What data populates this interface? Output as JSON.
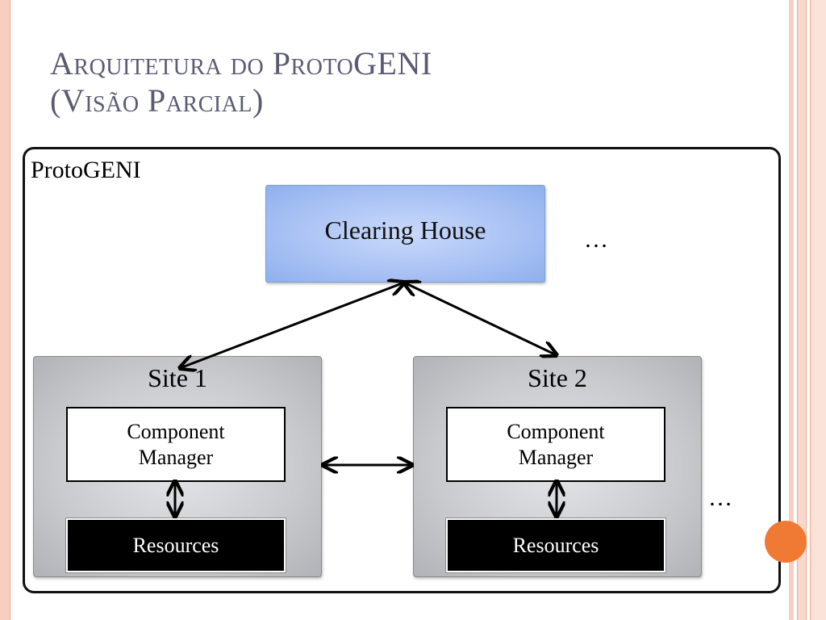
{
  "slide": {
    "title_line1": "Arquitetura do ProtoGENI",
    "title_line2": "(Visão Parcial)"
  },
  "diagram": {
    "container_label": "ProtoGENI",
    "clearing_house": "Clearing House",
    "ellipsis_top": "…",
    "ellipsis_bottom": "…",
    "sites": [
      {
        "title": "Site 1",
        "component_manager": "Component\nManager",
        "resources": "Resources"
      },
      {
        "title": "Site 2",
        "component_manager": "Component\nManager",
        "resources": "Resources"
      }
    ]
  },
  "colors": {
    "title": "#5a5a73",
    "clearing_house_fill": "#a8c1f4",
    "site_fill": "#c9cace",
    "accent_stripe": "#f7cfc0",
    "accent_dot": "#f07a33"
  }
}
